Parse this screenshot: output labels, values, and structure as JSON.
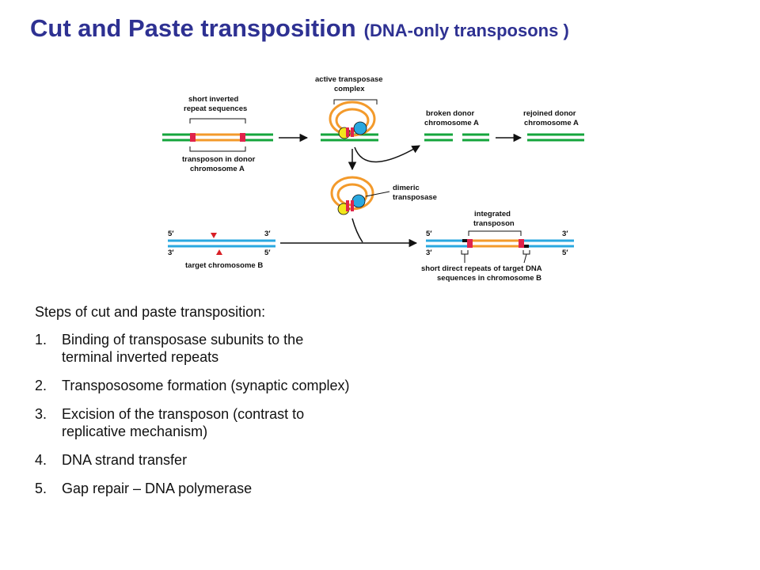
{
  "title": {
    "main": "Cut and Paste transposition",
    "sub": "(DNA-only transposons )"
  },
  "diagram": {
    "labels": {
      "short_inverted_1": "short inverted",
      "short_inverted_2": "repeat sequences",
      "transposon_donor_1": "transposon in donor",
      "transposon_donor_2": "chromosome A",
      "active_1": "active transposase",
      "active_2": "complex",
      "broken_1": "broken donor",
      "broken_2": "chromosome A",
      "rejoined_1": "rejoined donor",
      "rejoined_2": "chromosome A",
      "dimeric_1": "dimeric",
      "dimeric_2": "transposase",
      "integrated_1": "integrated",
      "integrated_2": "transposon",
      "target": "target chromosome B",
      "direct_1": "short direct repeats of target DNA",
      "direct_2": "sequences in chromosome B",
      "five_prime": "5′",
      "three_prime": "3′"
    },
    "colors": {
      "donor_dna": "#14a53c",
      "target_dna": "#2aa8e0",
      "transposon": "#f39a2b",
      "repeat": "#e0234b",
      "transposase_blue": "#2aa8e0",
      "transposase_yellow": "#f2e61c",
      "arrow_red": "#d81f26"
    }
  },
  "steps": {
    "heading": "Steps of cut and paste transposition:",
    "items": [
      {
        "num": "1.",
        "line1": "Binding of transposase subunits to the",
        "line2": "terminal inverted repeats"
      },
      {
        "num": "2.",
        "line1": "Transpososome formation (synaptic complex)",
        "line2": ""
      },
      {
        "num": "3.",
        "line1": "Excision of the transposon (contrast to",
        "line2": "replicative mechanism)"
      },
      {
        "num": "4.",
        "line1": "DNA strand transfer",
        "line2": ""
      },
      {
        "num": "5.",
        "line1": "Gap repair – DNA polymerase",
        "line2": ""
      }
    ]
  }
}
